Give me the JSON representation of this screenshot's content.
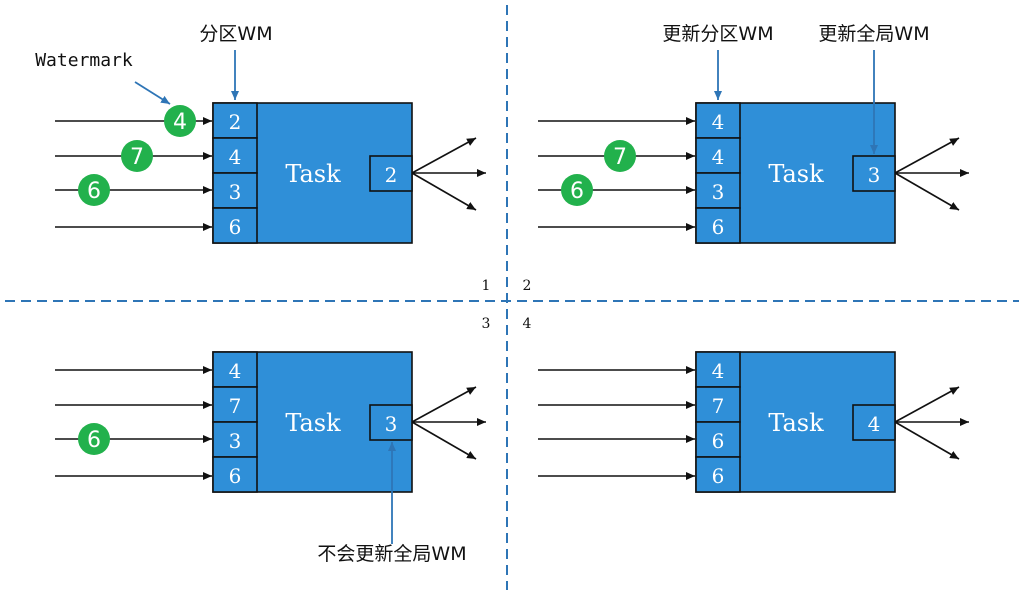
{
  "colors": {
    "task_fill": "#2f8fd8",
    "partition_fill": "#2f8fd8",
    "stroke": "#111111",
    "watermark_circle": "#22b14c",
    "divider": "#2e75b6",
    "callout_arrow": "#2e75b6",
    "text_on_blue": "#ffffff"
  },
  "labels": {
    "watermark": "Watermark",
    "partition_wm": "分区WM",
    "update_partition_wm": "更新分区WM",
    "update_global_wm": "更新全局WM",
    "no_update_global_wm": "不会更新全局WM"
  },
  "quadrant_numbers": [
    "1",
    "2",
    "3",
    "4"
  ],
  "panels": [
    {
      "id": "panel-1",
      "task_label": "Task",
      "partition_values": [
        "2",
        "4",
        "3",
        "6"
      ],
      "global_wm": "2",
      "circles": [
        {
          "row": 0,
          "value": "4"
        },
        {
          "row": 1,
          "value": "7"
        },
        {
          "row": 2,
          "value": "6"
        }
      ]
    },
    {
      "id": "panel-2",
      "task_label": "Task",
      "partition_values": [
        "4",
        "4",
        "3",
        "6"
      ],
      "global_wm": "3",
      "circles": [
        {
          "row": 1,
          "value": "7"
        },
        {
          "row": 2,
          "value": "6"
        }
      ]
    },
    {
      "id": "panel-3",
      "task_label": "Task",
      "partition_values": [
        "4",
        "7",
        "3",
        "6"
      ],
      "global_wm": "3",
      "circles": [
        {
          "row": 2,
          "value": "6"
        }
      ]
    },
    {
      "id": "panel-4",
      "task_label": "Task",
      "partition_values": [
        "4",
        "7",
        "6",
        "6"
      ],
      "global_wm": "4",
      "circles": []
    }
  ]
}
